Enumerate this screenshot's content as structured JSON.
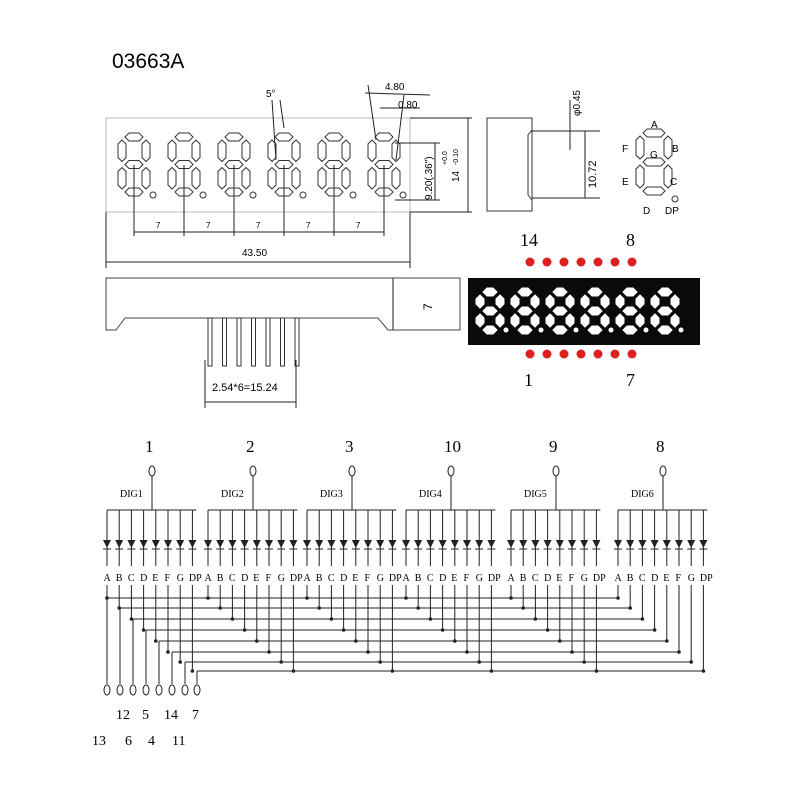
{
  "title": "03663A",
  "front_view": {
    "angle": "5°",
    "dim_width": "4.80",
    "dim_stroke": "0.80",
    "dim_digit_height": "9.20(.36\")",
    "tolerance_plus": "+0.0",
    "tolerance_minus": "-0.10",
    "dim_height": "14",
    "pitch_labels": [
      "7",
      "7",
      "7",
      "7",
      "7"
    ],
    "dim_total": "43.50"
  },
  "side_view": {
    "pin_dia": "φ0.45",
    "pin_span": "10.72"
  },
  "bottom_view": {
    "depth": "7",
    "pin_span": "2.54*6=15.24"
  },
  "segment_legend": [
    "A",
    "B",
    "C",
    "D",
    "E",
    "F",
    "G",
    "DP"
  ],
  "display_photo": {
    "top_left": "14",
    "top_right": "8",
    "bottom_left": "1",
    "bottom_right": "7",
    "led_color": "#e02020"
  },
  "schematic": {
    "digits": [
      {
        "pin": "1",
        "name": "DIG1"
      },
      {
        "pin": "2",
        "name": "DIG2"
      },
      {
        "pin": "3",
        "name": "DIG3"
      },
      {
        "pin": "10",
        "name": "DIG4"
      },
      {
        "pin": "9",
        "name": "DIG5"
      },
      {
        "pin": "8",
        "name": "DIG6"
      }
    ],
    "segments": [
      "A",
      "B",
      "C",
      "D",
      "E",
      "F",
      "G",
      "DP"
    ],
    "segment_pins": [
      "13",
      "12",
      "6",
      "5",
      "4",
      "14",
      "11",
      "7"
    ]
  }
}
